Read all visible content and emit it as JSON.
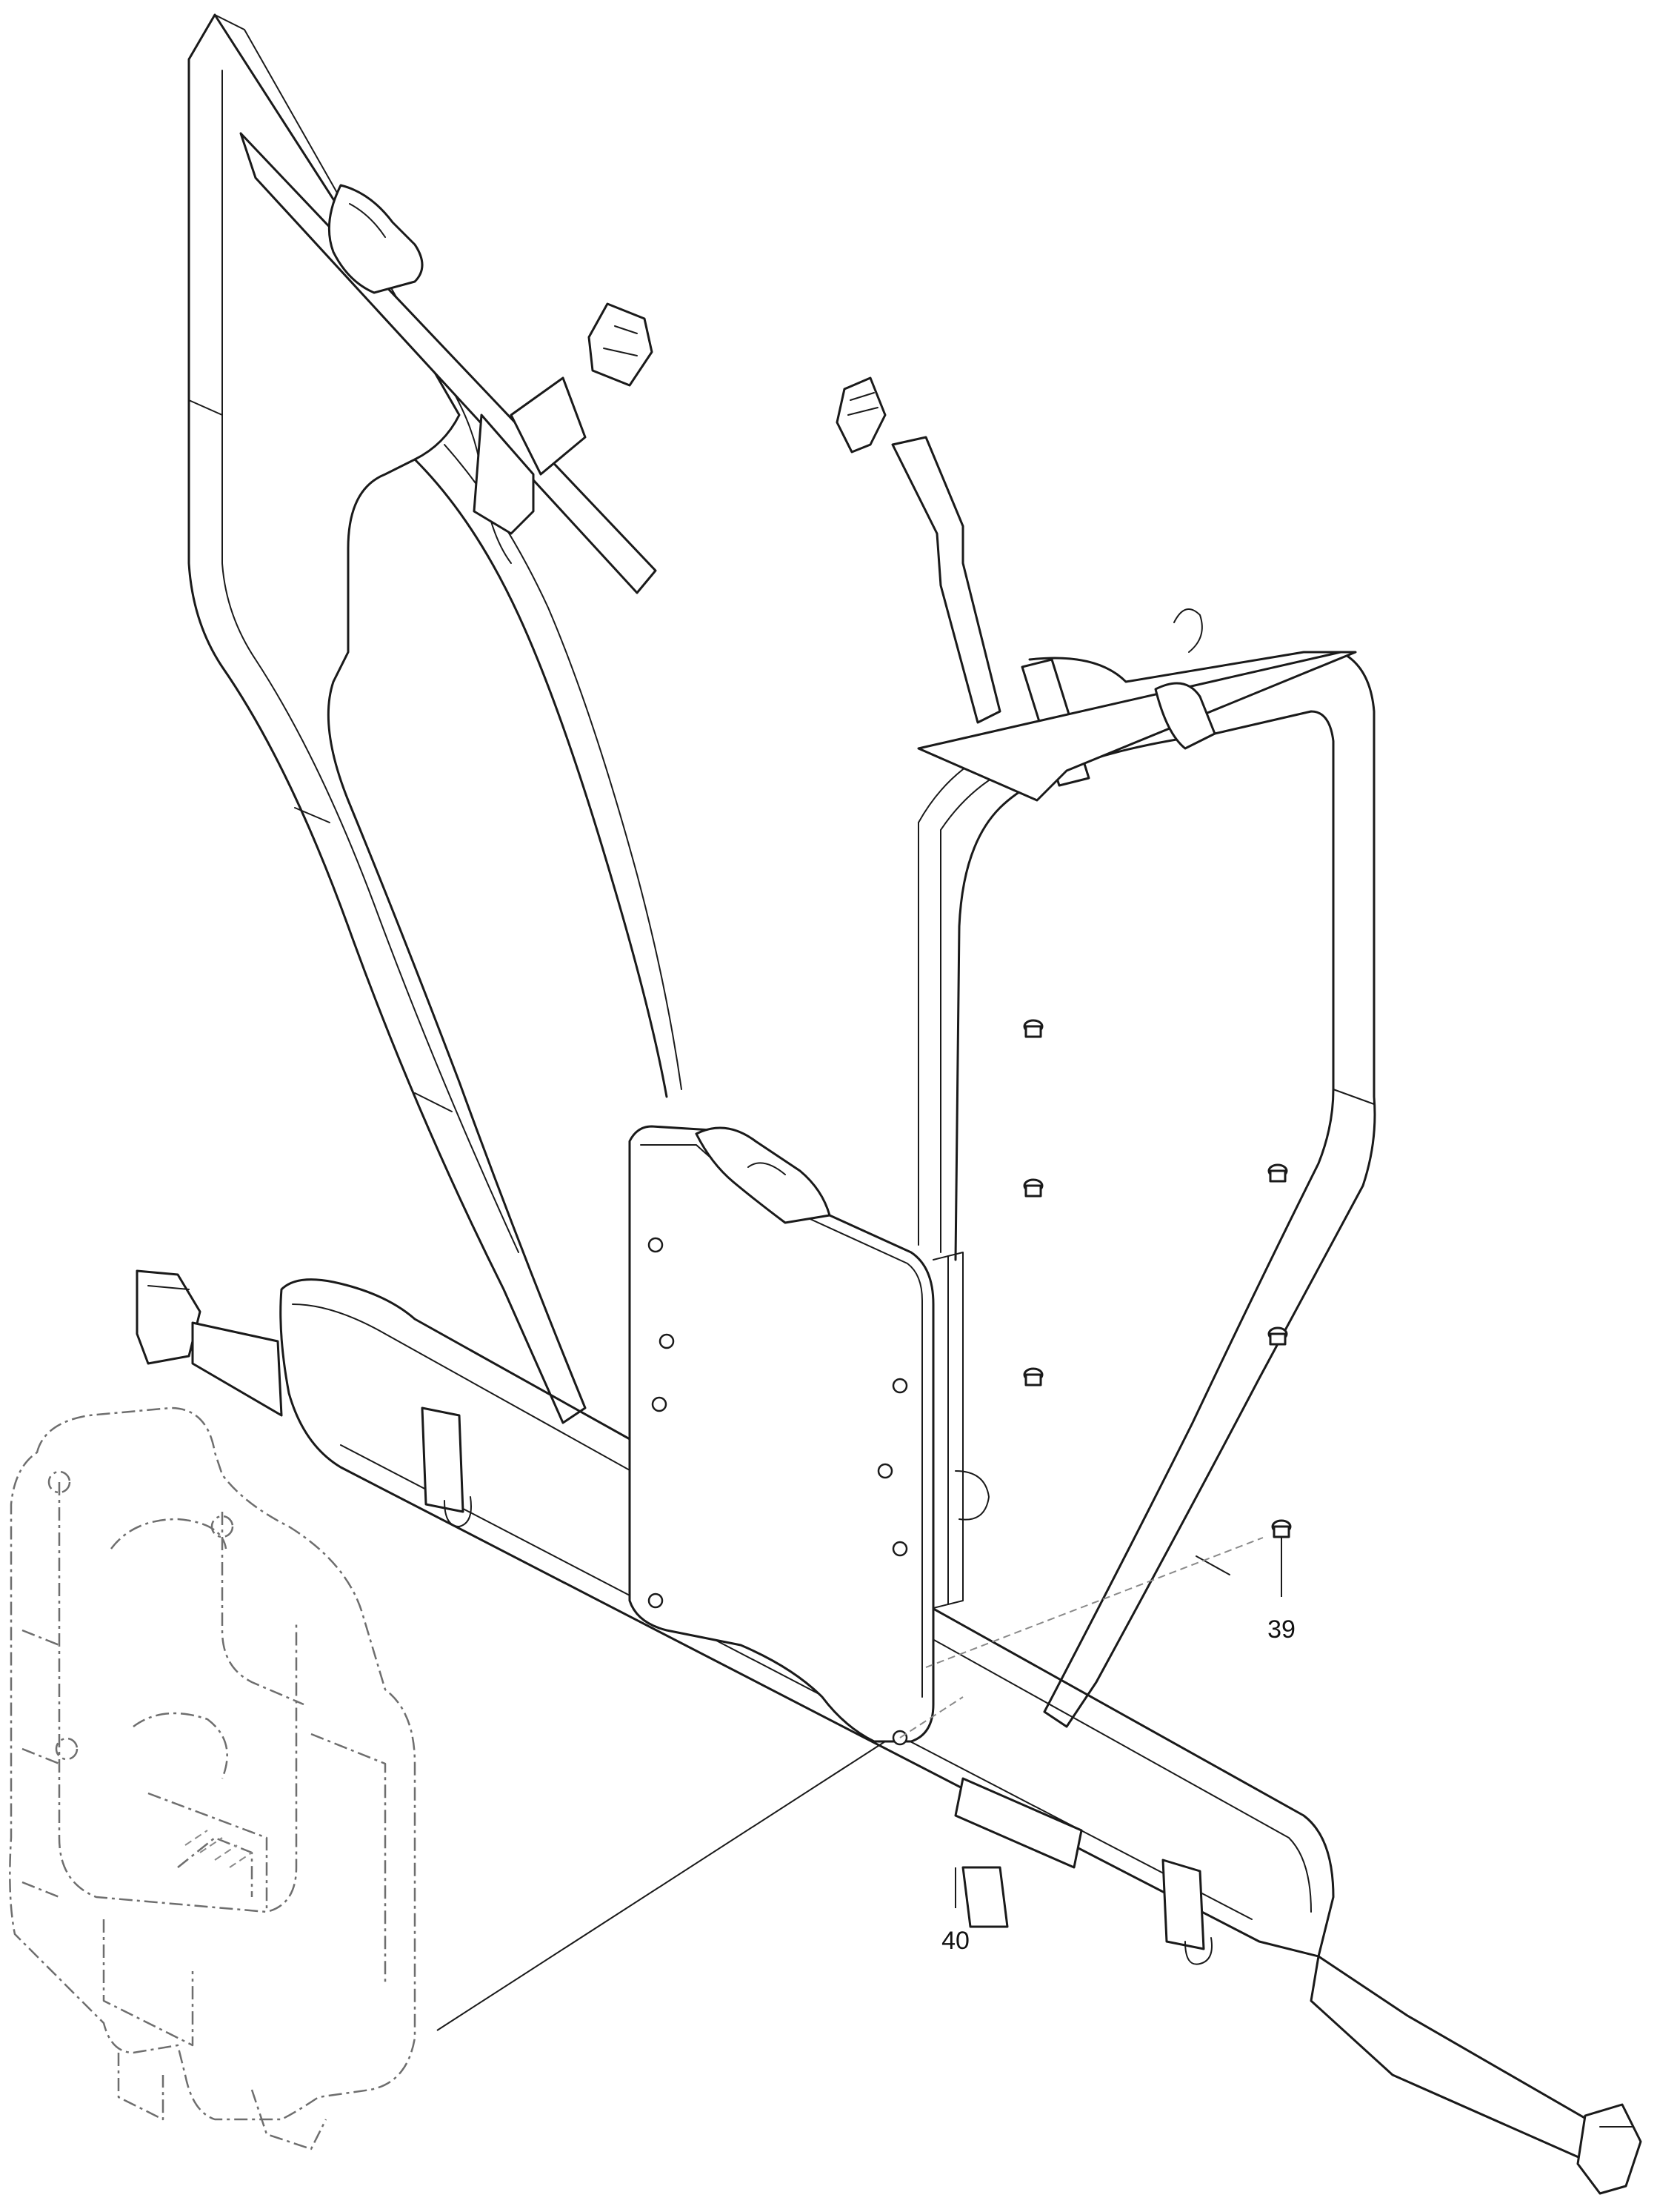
{
  "callouts": [
    {
      "id": "39",
      "label": "39"
    },
    {
      "id": "40",
      "label": "40"
    }
  ],
  "colors": {
    "line": "#1a1a1a",
    "phantom": "#6e6e6e",
    "background": "#ffffff"
  }
}
